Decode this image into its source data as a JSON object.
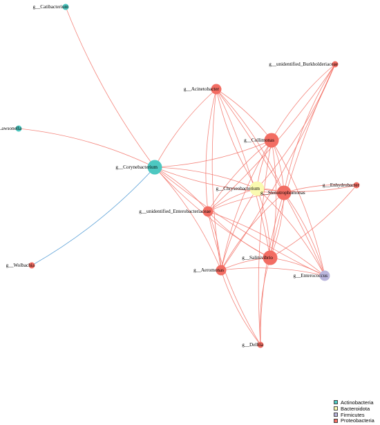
{
  "colors": {
    "Actinobacteria": "#4dc8c1",
    "Bacteroidota": "#fafab0",
    "Firmicutes": "#b9b5dc",
    "Proteobacteria": "#f26d63",
    "edge_positive": "#f26d63",
    "edge_negative": "#3d8fd0"
  },
  "nodes": [
    {
      "id": "Catibacterium",
      "label": "g__Catibacterium",
      "phylum": "Actinobacteria",
      "size": "small"
    },
    {
      "id": "Lawsonella",
      "label": "g__Lawsonella",
      "phylum": "Actinobacteria",
      "size": "small"
    },
    {
      "id": "Corynebacterium",
      "label": "g__Corynebacterium",
      "phylum": "Actinobacteria",
      "size": "large"
    },
    {
      "id": "Wolbachia",
      "label": "g__Wolbachia",
      "phylum": "Proteobacteria",
      "size": "small"
    },
    {
      "id": "Acinetobacter",
      "label": "g__Acinetobacter",
      "phylum": "Proteobacteria",
      "size": "medium"
    },
    {
      "id": "Burkholderiaceae",
      "label": "g__unidentified_Burkholderiaceae",
      "phylum": "Proteobacteria",
      "size": "small"
    },
    {
      "id": "Collimonas",
      "label": "g__Collimonas",
      "phylum": "Proteobacteria",
      "size": "large"
    },
    {
      "id": "Chryseobacterium",
      "label": "g__Chryseobacterium",
      "phylum": "Bacteroidota",
      "size": "large"
    },
    {
      "id": "Stenotrophomonas",
      "label": "g__Stenotrophomonas",
      "phylum": "Proteobacteria",
      "size": "large"
    },
    {
      "id": "Enhydrobacter",
      "label": "g__Enhydrobacter",
      "phylum": "Proteobacteria",
      "size": "small"
    },
    {
      "id": "Enterobacteriaceae",
      "label": "g__unidentified_Enterobacteriaceae",
      "phylum": "Proteobacteria",
      "size": "medium"
    },
    {
      "id": "Salinivibrio",
      "label": "g__Salinivibrio",
      "phylum": "Proteobacteria",
      "size": "large"
    },
    {
      "id": "Aeromonas",
      "label": "g__Aeromonas",
      "phylum": "Proteobacteria",
      "size": "medium"
    },
    {
      "id": "Enterococcus",
      "label": "g__Enterococcus",
      "phylum": "Firmicutes",
      "size": "medium"
    },
    {
      "id": "Delftia",
      "label": "g__Delftia",
      "phylum": "Proteobacteria",
      "size": "small"
    }
  ],
  "edges": [
    {
      "source": "Catibacterium",
      "target": "Corynebacterium",
      "sign": "positive"
    },
    {
      "source": "Lawsonella",
      "target": "Corynebacterium",
      "sign": "positive"
    },
    {
      "source": "Wolbachia",
      "target": "Corynebacterium",
      "sign": "negative"
    },
    {
      "source": "Corynebacterium",
      "target": "Acinetobacter",
      "sign": "positive"
    },
    {
      "source": "Corynebacterium",
      "target": "Collimonas",
      "sign": "positive"
    },
    {
      "source": "Corynebacterium",
      "target": "Chryseobacterium",
      "sign": "positive"
    },
    {
      "source": "Corynebacterium",
      "target": "Stenotrophomonas",
      "sign": "positive"
    },
    {
      "source": "Corynebacterium",
      "target": "Enterobacteriaceae",
      "sign": "positive"
    },
    {
      "source": "Corynebacterium",
      "target": "Salinivibrio",
      "sign": "positive"
    },
    {
      "source": "Corynebacterium",
      "target": "Aeromonas",
      "sign": "positive"
    },
    {
      "source": "Corynebacterium",
      "target": "Enterococcus",
      "sign": "positive"
    },
    {
      "source": "Acinetobacter",
      "target": "Collimonas",
      "sign": "positive"
    },
    {
      "source": "Acinetobacter",
      "target": "Chryseobacterium",
      "sign": "positive"
    },
    {
      "source": "Acinetobacter",
      "target": "Stenotrophomonas",
      "sign": "positive"
    },
    {
      "source": "Acinetobacter",
      "target": "Enterobacteriaceae",
      "sign": "positive"
    },
    {
      "source": "Acinetobacter",
      "target": "Salinivibrio",
      "sign": "positive"
    },
    {
      "source": "Acinetobacter",
      "target": "Aeromonas",
      "sign": "positive"
    },
    {
      "source": "Acinetobacter",
      "target": "Enterococcus",
      "sign": "positive"
    },
    {
      "source": "Burkholderiaceae",
      "target": "Collimonas",
      "sign": "positive"
    },
    {
      "source": "Burkholderiaceae",
      "target": "Chryseobacterium",
      "sign": "positive"
    },
    {
      "source": "Burkholderiaceae",
      "target": "Stenotrophomonas",
      "sign": "positive"
    },
    {
      "source": "Burkholderiaceae",
      "target": "Enterobacteriaceae",
      "sign": "positive"
    },
    {
      "source": "Burkholderiaceae",
      "target": "Salinivibrio",
      "sign": "positive"
    },
    {
      "source": "Burkholderiaceae",
      "target": "Aeromonas",
      "sign": "positive"
    },
    {
      "source": "Collimonas",
      "target": "Chryseobacterium",
      "sign": "positive"
    },
    {
      "source": "Collimonas",
      "target": "Stenotrophomonas",
      "sign": "positive"
    },
    {
      "source": "Collimonas",
      "target": "Enterobacteriaceae",
      "sign": "positive"
    },
    {
      "source": "Collimonas",
      "target": "Salinivibrio",
      "sign": "positive"
    },
    {
      "source": "Collimonas",
      "target": "Aeromonas",
      "sign": "positive"
    },
    {
      "source": "Collimonas",
      "target": "Enterococcus",
      "sign": "positive"
    },
    {
      "source": "Collimonas",
      "target": "Delftia",
      "sign": "positive"
    },
    {
      "source": "Chryseobacterium",
      "target": "Stenotrophomonas",
      "sign": "positive"
    },
    {
      "source": "Chryseobacterium",
      "target": "Enterobacteriaceae",
      "sign": "positive"
    },
    {
      "source": "Chryseobacterium",
      "target": "Salinivibrio",
      "sign": "positive"
    },
    {
      "source": "Chryseobacterium",
      "target": "Aeromonas",
      "sign": "positive"
    },
    {
      "source": "Chryseobacterium",
      "target": "Enterococcus",
      "sign": "positive"
    },
    {
      "source": "Chryseobacterium",
      "target": "Enhydrobacter",
      "sign": "positive"
    },
    {
      "source": "Stenotrophomonas",
      "target": "Enhydrobacter",
      "sign": "positive"
    },
    {
      "source": "Stenotrophomonas",
      "target": "Enterobacteriaceae",
      "sign": "positive"
    },
    {
      "source": "Stenotrophomonas",
      "target": "Salinivibrio",
      "sign": "positive"
    },
    {
      "source": "Stenotrophomonas",
      "target": "Aeromonas",
      "sign": "positive"
    },
    {
      "source": "Stenotrophomonas",
      "target": "Enterococcus",
      "sign": "positive"
    },
    {
      "source": "Stenotrophomonas",
      "target": "Delftia",
      "sign": "positive"
    },
    {
      "source": "Enhydrobacter",
      "target": "Salinivibrio",
      "sign": "positive"
    },
    {
      "source": "Enterobacteriaceae",
      "target": "Salinivibrio",
      "sign": "positive"
    },
    {
      "source": "Enterobacteriaceae",
      "target": "Aeromonas",
      "sign": "positive"
    },
    {
      "source": "Enterobacteriaceae",
      "target": "Delftia",
      "sign": "positive"
    },
    {
      "source": "Enterobacteriaceae",
      "target": "Enterococcus",
      "sign": "positive"
    },
    {
      "source": "Salinivibrio",
      "target": "Aeromonas",
      "sign": "positive"
    },
    {
      "source": "Salinivibrio",
      "target": "Enterococcus",
      "sign": "positive"
    },
    {
      "source": "Salinivibrio",
      "target": "Delftia",
      "sign": "positive"
    },
    {
      "source": "Aeromonas",
      "target": "Enterococcus",
      "sign": "positive"
    },
    {
      "source": "Aeromonas",
      "target": "Delftia",
      "sign": "positive"
    }
  ],
  "legend": {
    "items": [
      {
        "label": "Actinobacteria",
        "phylum": "Actinobacteria"
      },
      {
        "label": "Bacteroidota",
        "phylum": "Bacteroidota"
      },
      {
        "label": "Firmicutes",
        "phylum": "Firmicutes"
      },
      {
        "label": "Proteobacteria",
        "phylum": "Proteobacteria"
      }
    ]
  }
}
